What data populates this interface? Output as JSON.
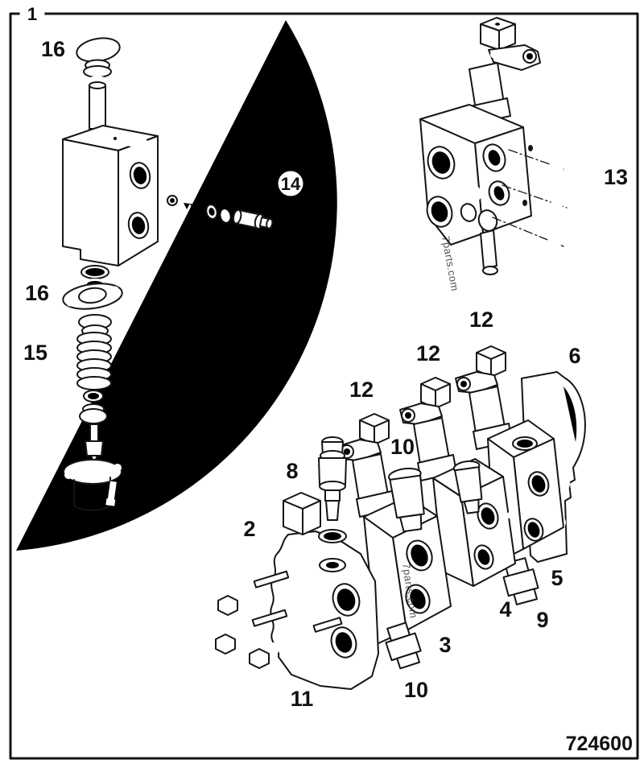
{
  "figure": {
    "ref_number": "1",
    "part_number": "724600",
    "watermark": "7parts.com"
  },
  "callouts": {
    "retainer_top": "16",
    "plug_kit": "14",
    "gasket": "16",
    "spring": "15",
    "oring_kit": "13",
    "spool_nut_left": "12",
    "spool_nut_mid": "12",
    "spool_nut_right": "12",
    "end_cover": "6",
    "relief_valve": "8",
    "plug_top": "10",
    "inlet_section": "2",
    "studs_nuts": "11",
    "plug_bottom": "10",
    "section_3": "3",
    "section_4": "4",
    "plug_9": "9",
    "section_5": "5"
  },
  "colors": {
    "line": "#151515",
    "background": "#ffffff",
    "watermark": "#3c3c3c"
  }
}
